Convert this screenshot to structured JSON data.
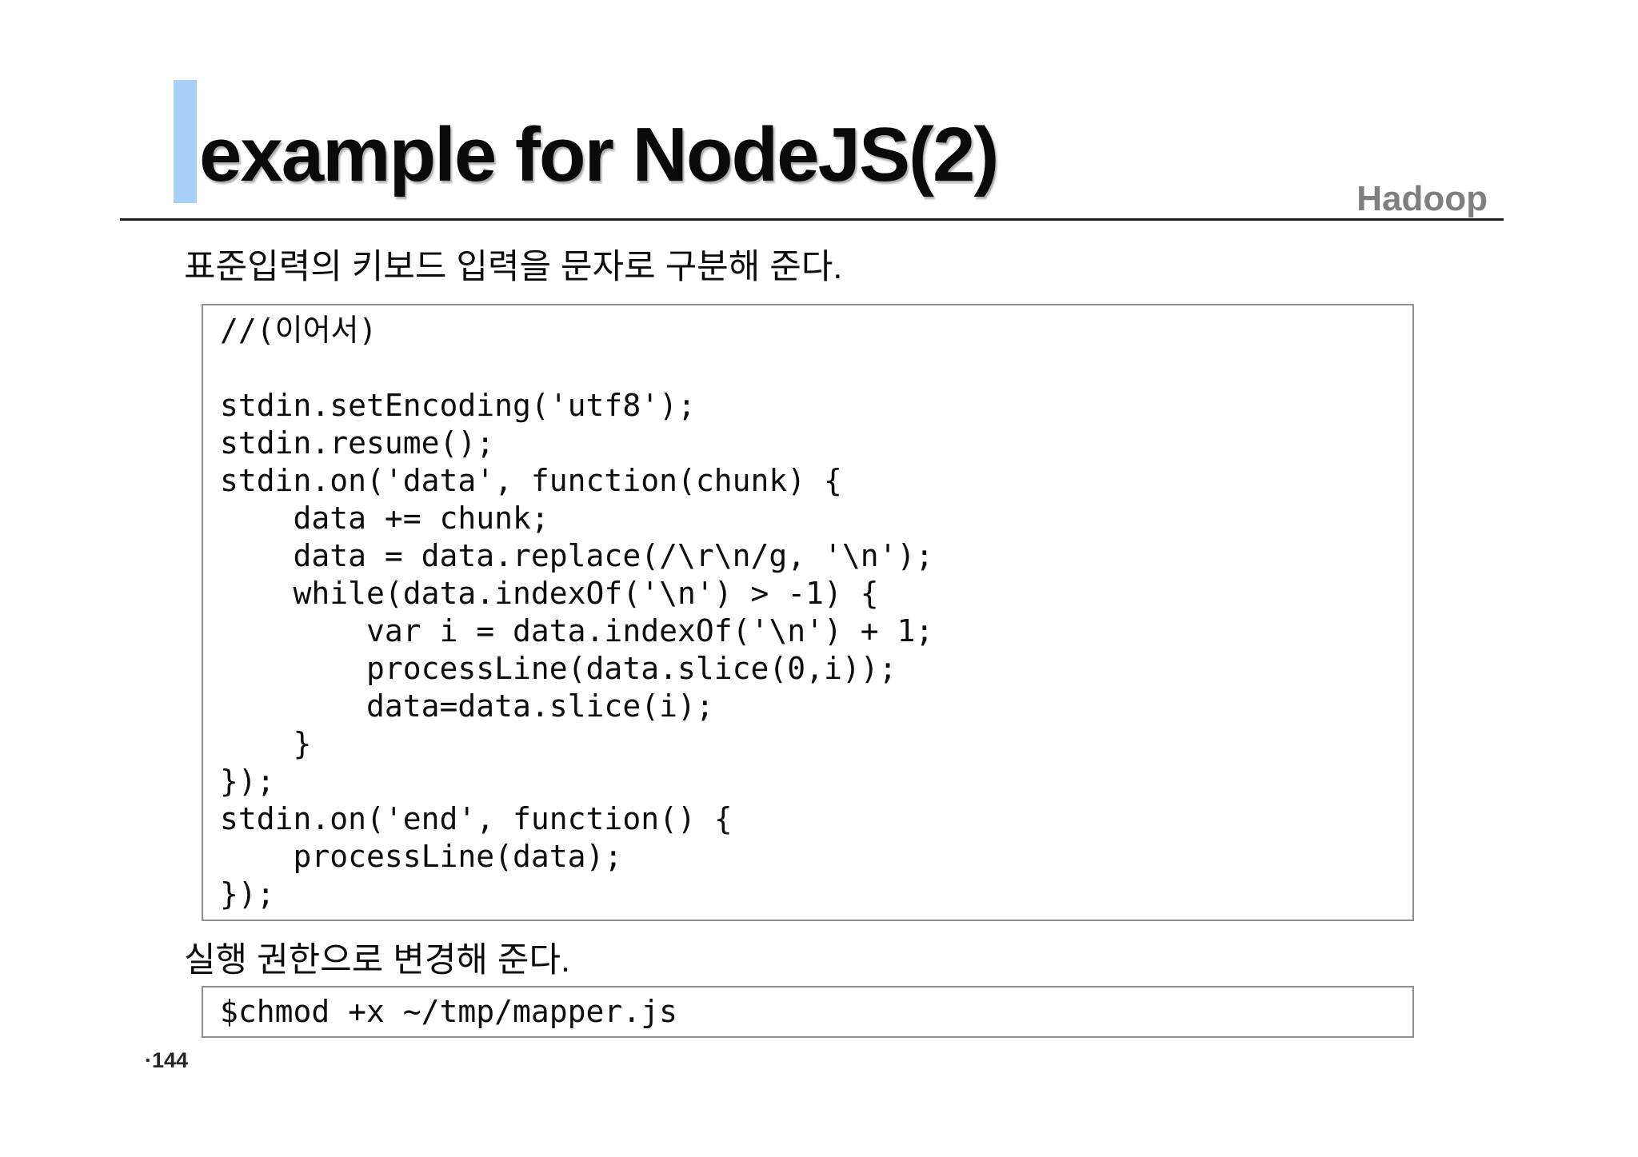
{
  "slide": {
    "title": "example for NodeJS(2)",
    "header_label": "Hadoop",
    "body_text_1": "표준입력의 키보드 입력을 문자로 구분해 준다.",
    "body_text_2": "실행 권한으로 변경해 준다.",
    "page_number": "·144",
    "colors": {
      "accent_bar": "#a9d0f7",
      "header_label": "#7f7f7f",
      "divider": "#1f1f1f",
      "box_border": "#8f8f8f"
    },
    "code_box": {
      "content": "//(이어서)\n\nstdin.setEncoding('utf8');\nstdin.resume();\nstdin.on('data', function(chunk) {\n    data += chunk;\n    data = data.replace(/\\r\\n/g, '\\n');\n    while(data.indexOf('\\n') > -1) {\n        var i = data.indexOf('\\n') + 1;\n        processLine(data.slice(0,i));\n        data=data.slice(i);\n    }\n});\nstdin.on('end', function() {\n    processLine(data);\n});"
    },
    "command_box": {
      "content": "$chmod +x ~/tmp/mapper.js"
    }
  }
}
